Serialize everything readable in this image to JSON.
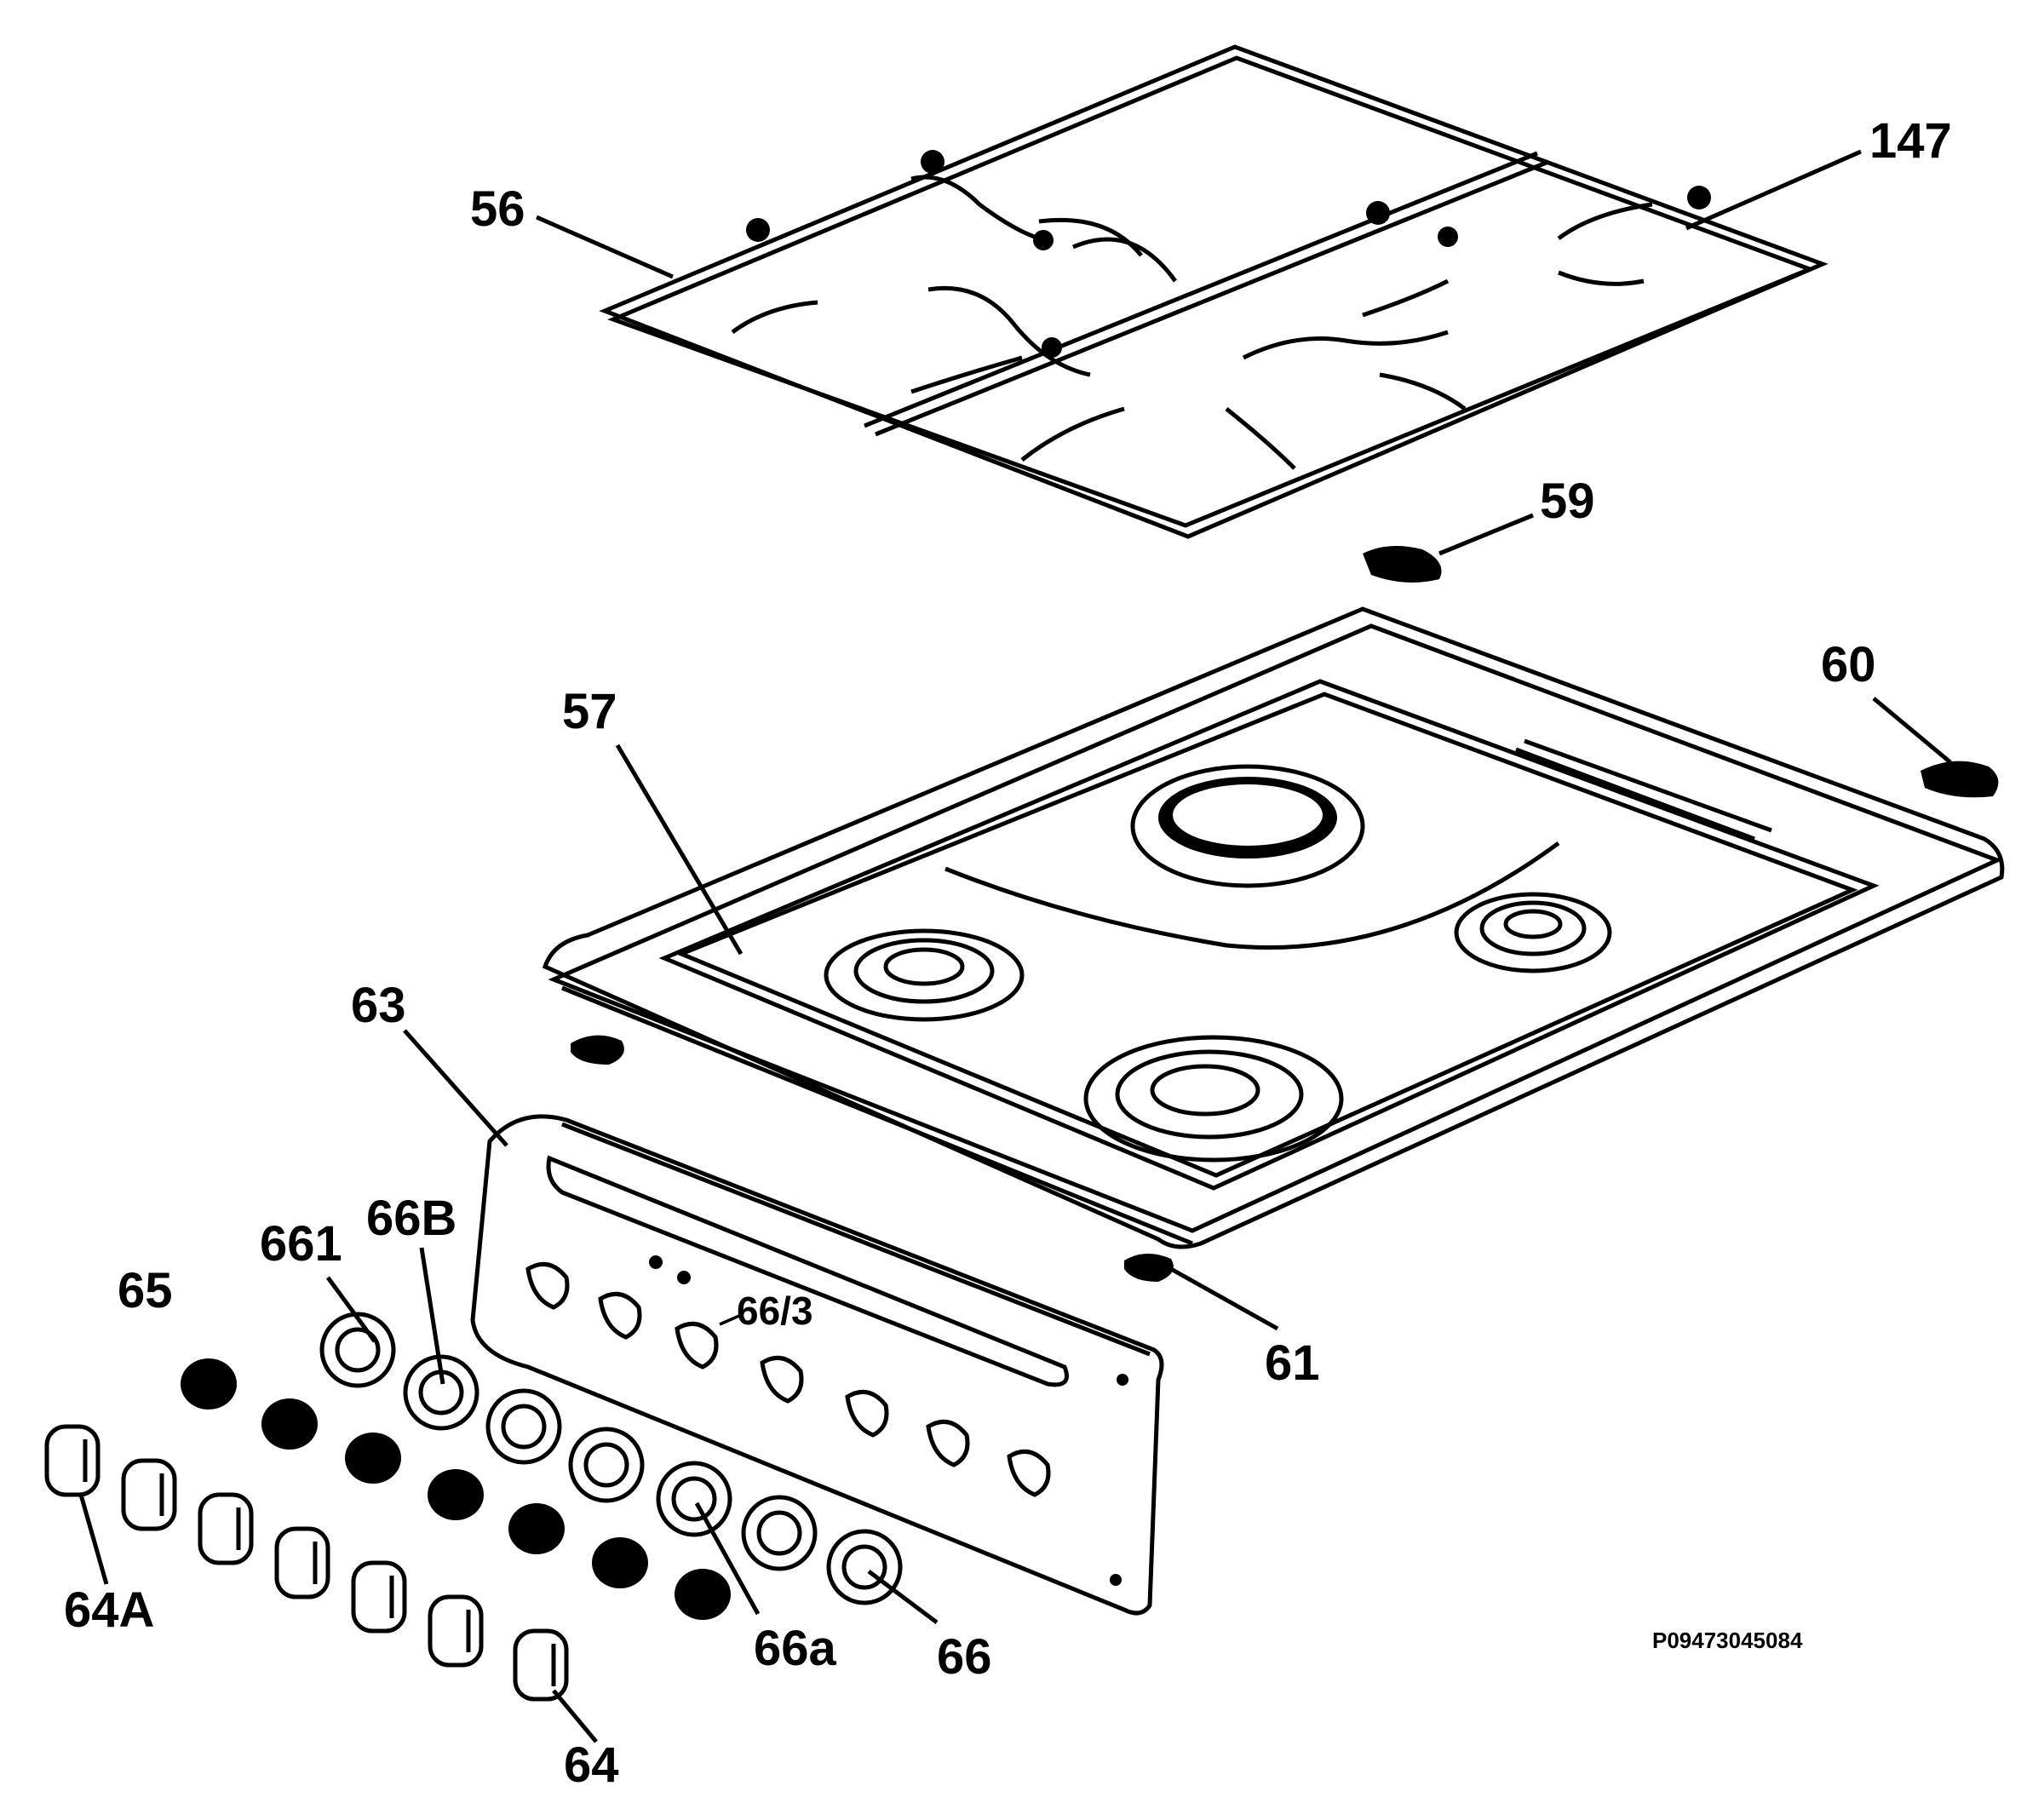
{
  "diagram": {
    "reference_code": "P09473045084",
    "callouts": {
      "c56": "56",
      "c147": "147",
      "c59": "59",
      "c60": "60",
      "c57": "57",
      "c63": "63",
      "c661": "661",
      "c66B": "66B",
      "c65": "65",
      "c66_3": "66/3",
      "c61": "61",
      "c64A": "64A",
      "c66a": "66a",
      "c66": "66",
      "c64": "64"
    }
  }
}
